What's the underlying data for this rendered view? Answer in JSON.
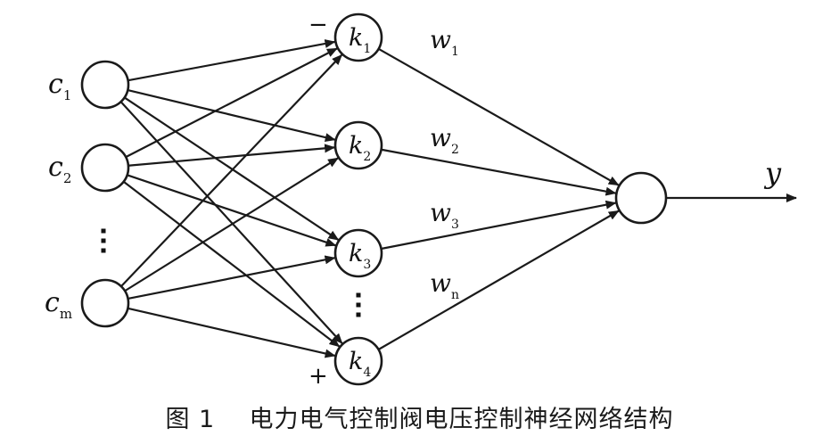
{
  "diagram": {
    "inputs": [
      {
        "id": "c1",
        "label": "c",
        "sub": "1"
      },
      {
        "id": "c2",
        "label": "c",
        "sub": "2"
      },
      {
        "id": "cm",
        "label": "c",
        "sub": "m"
      }
    ],
    "hidden": [
      {
        "id": "k1",
        "label": "k",
        "sub": "1"
      },
      {
        "id": "k2",
        "label": "k",
        "sub": "2"
      },
      {
        "id": "k3",
        "label": "k",
        "sub": "3"
      },
      {
        "id": "k4",
        "label": "k",
        "sub": "4"
      }
    ],
    "weights": [
      {
        "label": "w",
        "sub": "1"
      },
      {
        "label": "w",
        "sub": "2"
      },
      {
        "label": "w",
        "sub": "3"
      },
      {
        "label": "w",
        "sub": "n"
      }
    ],
    "output_label": "y",
    "minus_sign": "−",
    "plus_sign": "+"
  },
  "caption": "图 1    电力电气控制阀电压控制神经网络结构"
}
